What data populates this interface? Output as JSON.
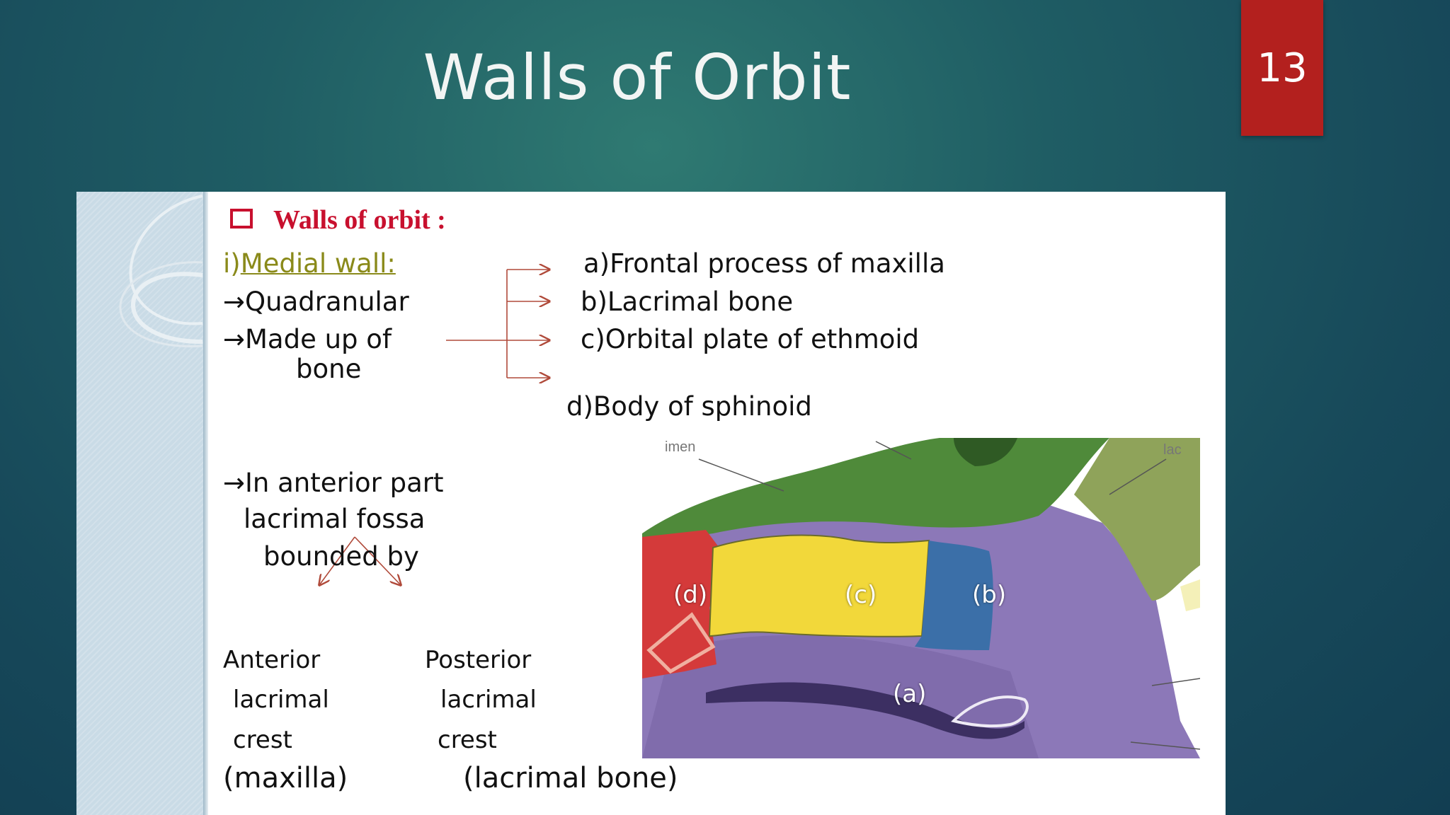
{
  "slide": {
    "title": "Walls of Orbit",
    "page_number": "13"
  },
  "content": {
    "heading": "Walls of orbit :",
    "medial_prefix": "i)",
    "medial_label": "Medial wall:",
    "point_quadranular": "→Quadranular",
    "point_made_up_of": "→Made up of",
    "point_bone": "bone",
    "bones": [
      "a)Frontal process of maxilla",
      "b)Lacrimal bone",
      "c)Orbital plate of ethmoid",
      "d)Body of sphinoid"
    ],
    "anterior_part": [
      "→In anterior part",
      "lacrimal fossa",
      "bounded by"
    ],
    "anterior_crest": [
      "Anterior",
      "lacrimal",
      "crest",
      "(maxilla)"
    ],
    "posterior_crest": [
      "Posterior",
      "lacrimal",
      "crest",
      "(lacrimal bone)"
    ]
  },
  "diagram": {
    "labels": [
      "(d)",
      "(c)",
      "(b)",
      "(a)"
    ],
    "faded_labels": [
      "imen",
      "lac"
    ],
    "colors": {
      "red": "#d43a3a",
      "yellow": "#f2d83a",
      "blue": "#3b6fa8",
      "purple": "#8c78b8",
      "green": "#4f8a3a",
      "olive": "#8fa35a"
    }
  },
  "colors": {
    "accent_red": "#b3201e",
    "heading_red": "#c8102e",
    "medial_olive": "#8a8a1a"
  }
}
